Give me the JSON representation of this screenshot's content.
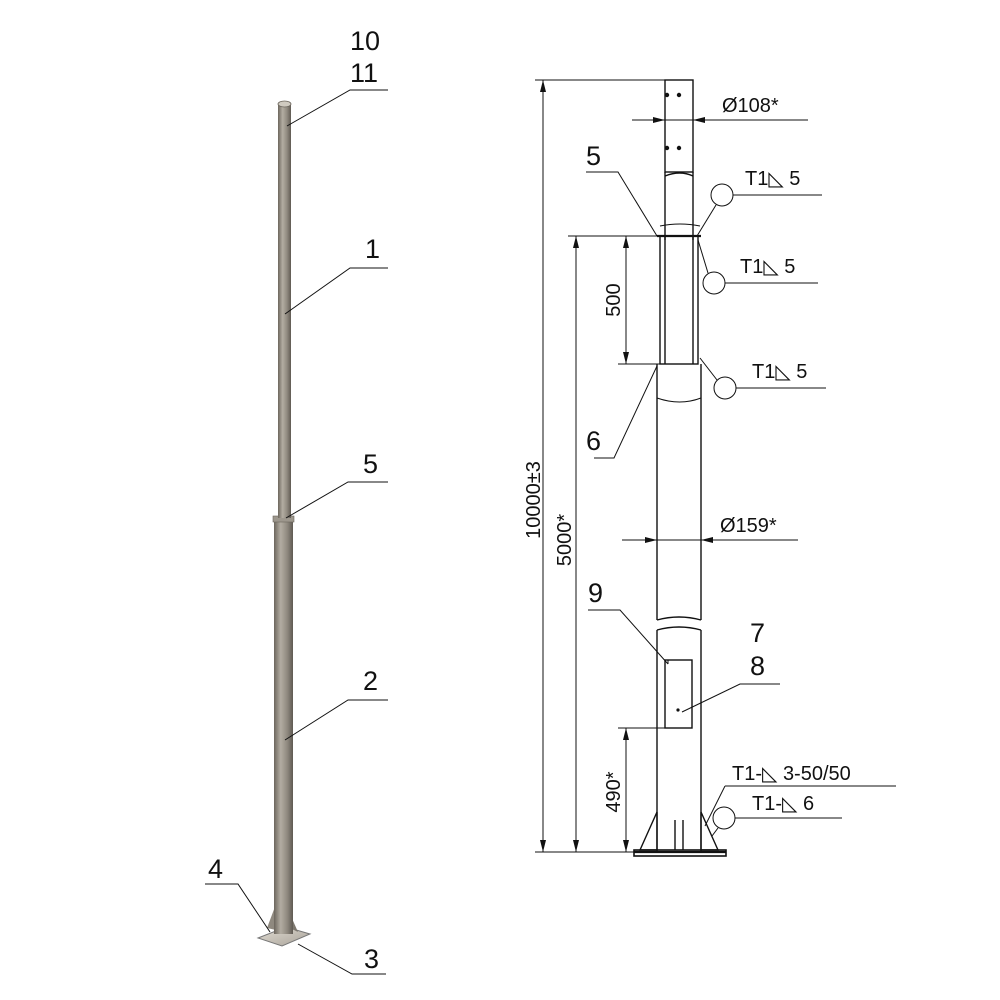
{
  "iso_callouts": {
    "c10": "10",
    "c11": "11",
    "c1": "1",
    "c5": "5",
    "c2": "2",
    "c4": "4",
    "c3": "3"
  },
  "section_callouts": {
    "c5": "5",
    "c6": "6",
    "c9": "9",
    "c7": "7",
    "c8": "8"
  },
  "dimensions": {
    "dia_top": "Ø108*",
    "dia_mid": "Ø159*",
    "overall_height": "10000±3",
    "lower_height": "5000*",
    "sleeve_length": "500",
    "door_height": "490*"
  },
  "welds": {
    "w1": "T1◺ 5",
    "w2": "T1◺ 5",
    "w3": "T1◺ 5",
    "w4": "T1-◺ 3-50/50",
    "w5": "T1-◺ 6"
  },
  "colors": {
    "pole_light": "#b3ada2",
    "pole_mid": "#8f897f",
    "pole_dark": "#6c665d",
    "ink": "#111111"
  }
}
